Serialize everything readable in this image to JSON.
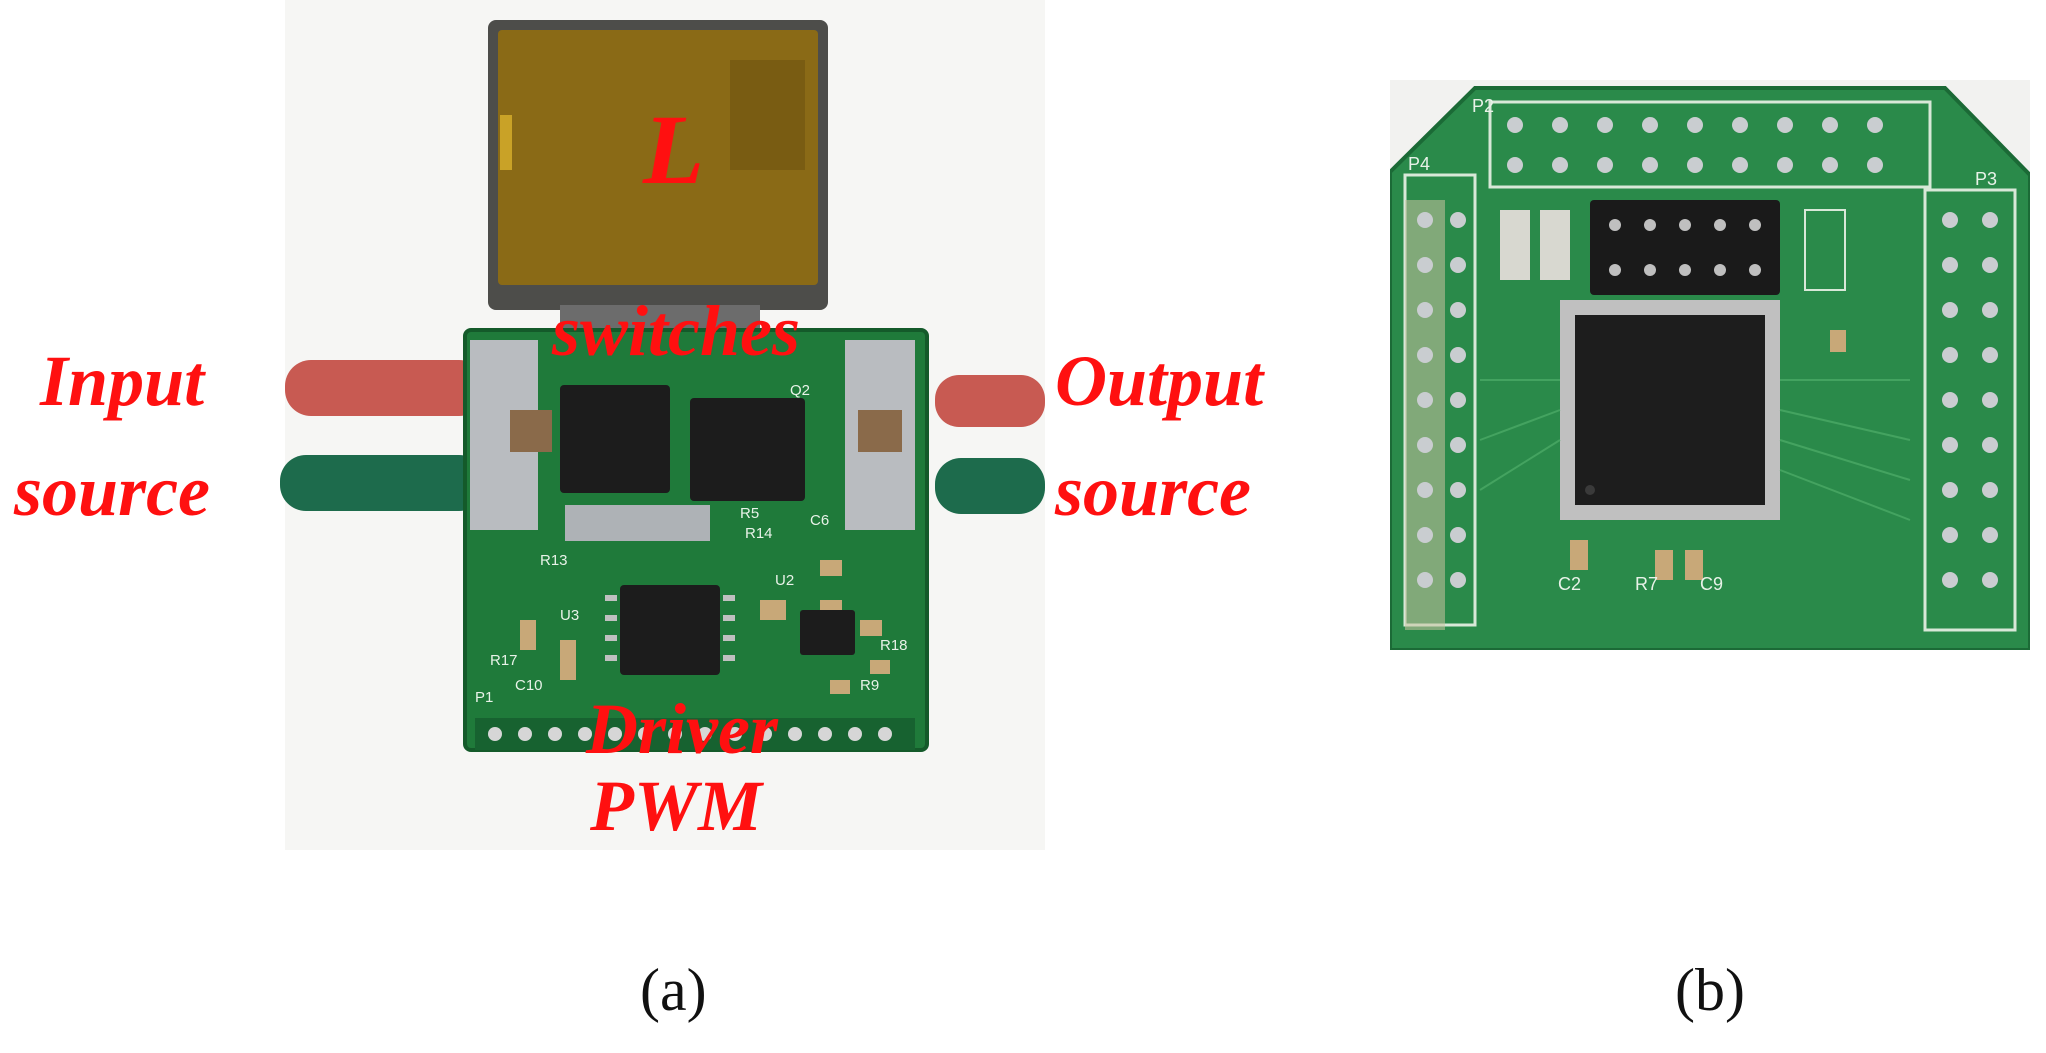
{
  "panel_a": {
    "labels": {
      "inductor": "L",
      "switches": "switches",
      "input_line1": "Input",
      "input_line2": "source",
      "output_line1": "Output",
      "output_line2": "source",
      "driver": "Driver",
      "pwm": "PWM"
    },
    "silkscreen": [
      "R13",
      "U3",
      "R17",
      "C10",
      "P1",
      "R5",
      "R14",
      "U2",
      "R18",
      "R9",
      "C6",
      "Q2"
    ],
    "caption": "(a)"
  },
  "panel_b": {
    "silkscreen": [
      "P2",
      "P4",
      "P3",
      "C2",
      "R7",
      "C9"
    ],
    "caption": "(b)"
  },
  "colors": {
    "annotation_red": "#ff1010",
    "pcb_green": "#1f7a3a",
    "kapton_amber": "#8a6a16",
    "wire_red": "#c85a52",
    "wire_green": "#1d6b4c"
  }
}
